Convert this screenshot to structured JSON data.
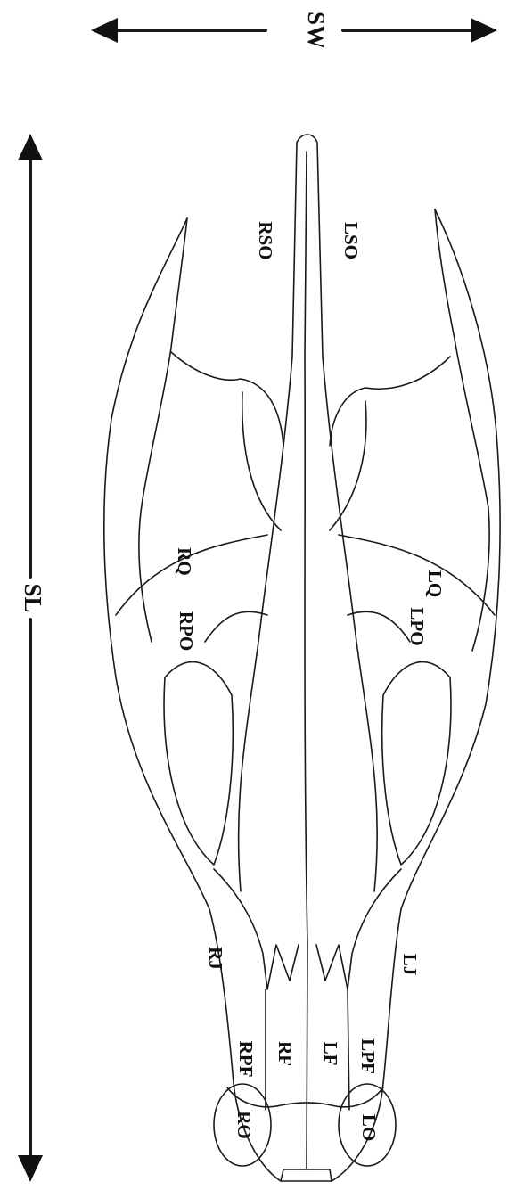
{
  "figure": {
    "width_label": "SW",
    "length_label": "SL",
    "bones": {
      "rso": "RSO",
      "lso": "LSO",
      "rq": "RQ",
      "lq": "LQ",
      "rpo": "RPO",
      "lpo": "LPO",
      "rj": "RJ",
      "lj": "LJ",
      "rpf": "RPF",
      "lpf": "LPF",
      "rf": "RF",
      "lf": "LF",
      "ro": "RO",
      "lo": "LO"
    }
  }
}
